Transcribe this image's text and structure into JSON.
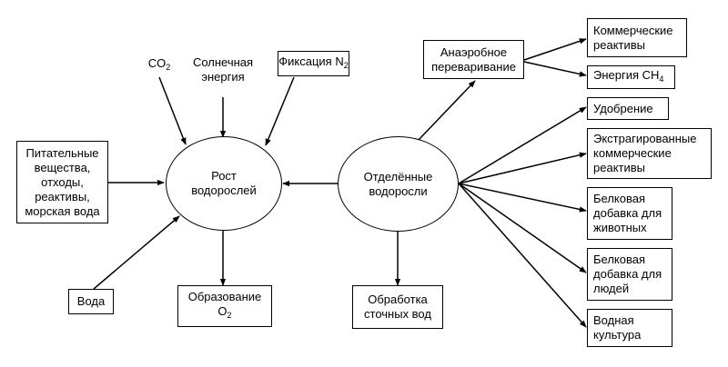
{
  "nodes": {
    "growth": "Рост\nводорослей",
    "separated": "Отделённые\nводоросли",
    "nutrients": "Питательные\nвещества,\nотходы,\nреактивы,\nморская вода",
    "water": "Вода",
    "co2": {
      "main": "CO",
      "sub": "2"
    },
    "sunlight": "Солнечная\nэнергия",
    "n2_fix": {
      "main": "Фиксация N",
      "sub": "2"
    },
    "o2_form": {
      "line1": "Образование",
      "main": "O",
      "sub": "2"
    },
    "wastewater": "Обработка\nсточных вод",
    "anaerobic": "Анаэробное\nпереваривание",
    "commercial_reagents": "Коммерческие\nреактивы",
    "energy_ch4": {
      "main": "Энергия CH",
      "sub": "4"
    },
    "fertilizer": "Удобрение",
    "extracted": "Экстрагированные\nкоммерческие\nреактивы",
    "protein_animals": "Белковая\nдобавка для\nживотных",
    "protein_humans": "Белковая\nдобавка для\nлюдей",
    "aquaculture": "Водная\nкультура"
  }
}
